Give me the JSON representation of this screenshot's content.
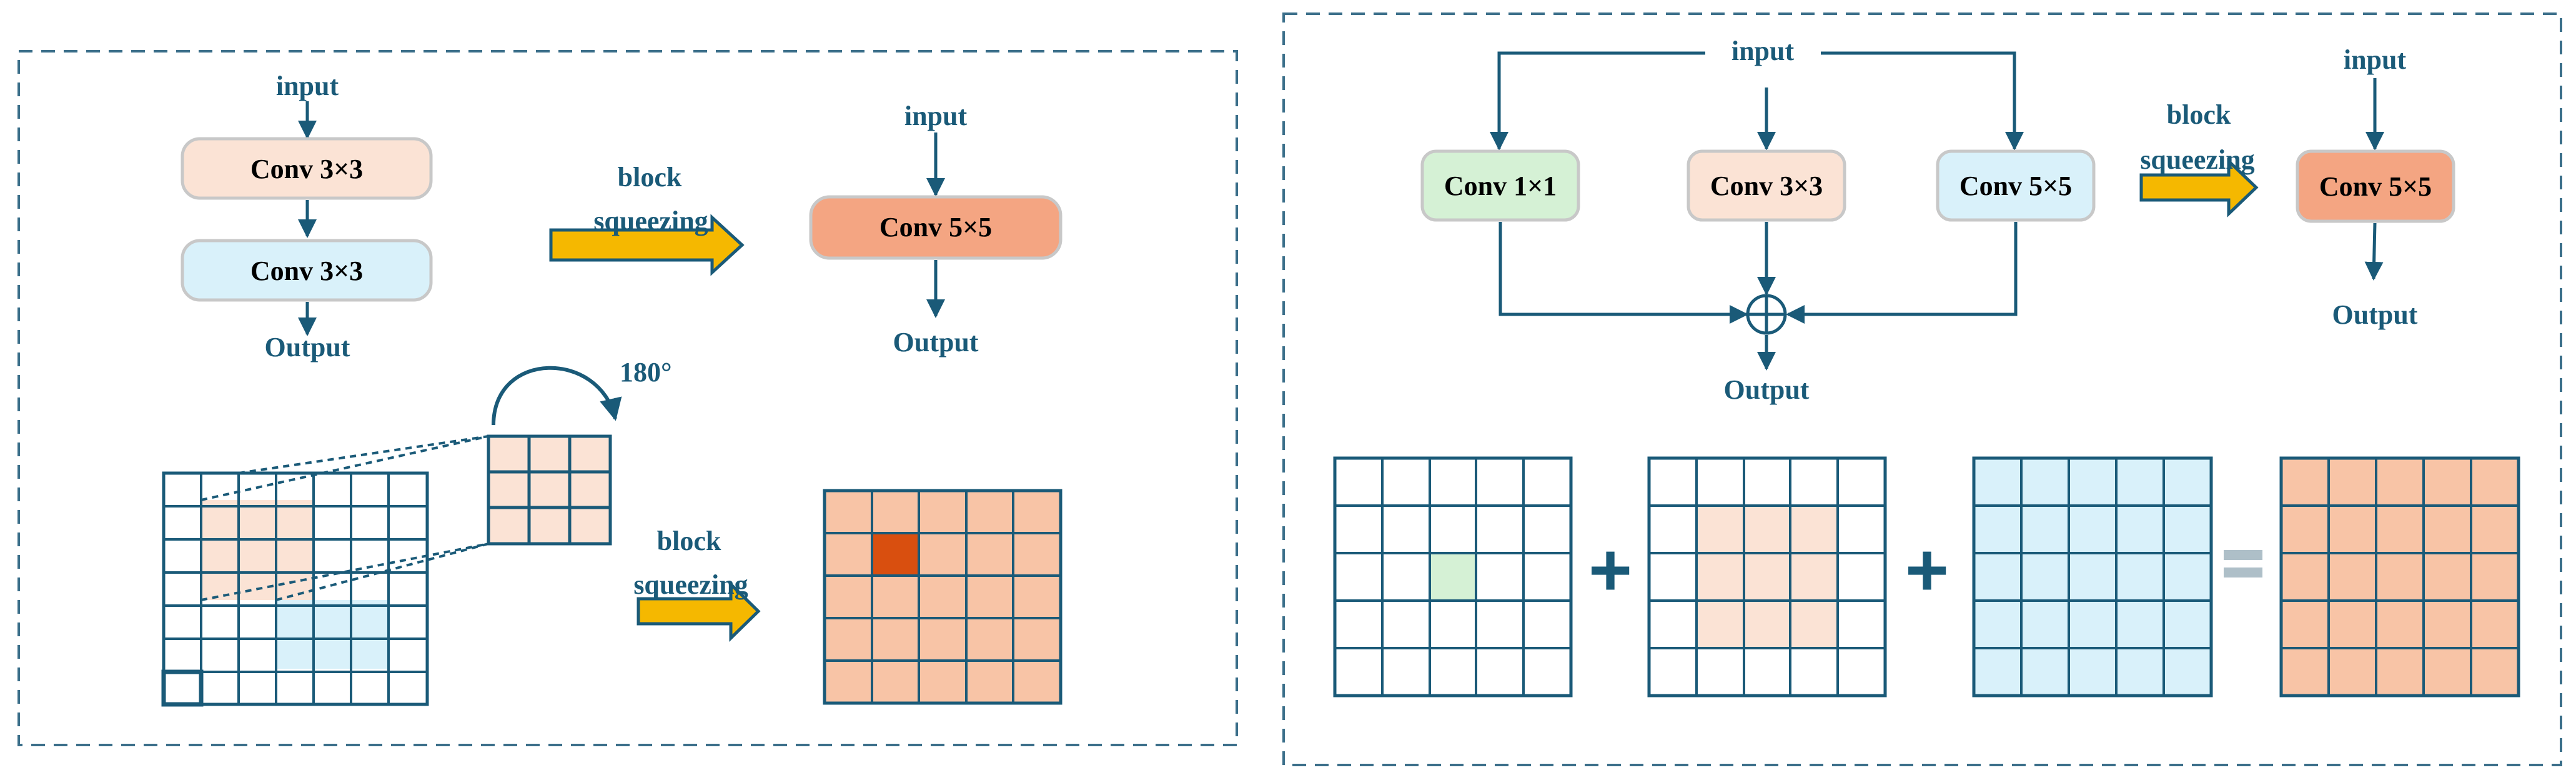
{
  "colors": {
    "stroke": "#1a5a78",
    "dash": "#3b6f8a",
    "orange_light": "#fbe3d5",
    "orange_med": "#f8c4a6",
    "orange_strong": "#f4a582",
    "orange_dark": "#d94f0f",
    "cyan_light": "#d9f1fa",
    "green_light": "#d5f1d5",
    "arrow_fill": "#f5b800",
    "box_border": "#c8c8c8"
  },
  "left_panel": {
    "seq_input": "input",
    "seq_box1": "Conv 3×3",
    "seq_box2": "Conv 3×3",
    "seq_output": "Output",
    "squeeze_line1": "block",
    "squeeze_line2": "squeezing",
    "result_input": "input",
    "result_box": "Conv 5×5",
    "result_output": "Output",
    "rotation_label": "180°",
    "grid_squeeze_line1": "block",
    "grid_squeeze_line2": "squeezing"
  },
  "right_panel": {
    "input": "input",
    "branch1": "Conv 1×1",
    "branch2": "Conv 3×3",
    "branch3": "Conv 5×5",
    "output": "Output",
    "squeeze_line1": "block",
    "squeeze_line2": "squeezing",
    "result_input": "input",
    "result_box": "Conv 5×5",
    "result_output": "Output",
    "plus1": "+",
    "plus2": "+",
    "equals": "="
  }
}
